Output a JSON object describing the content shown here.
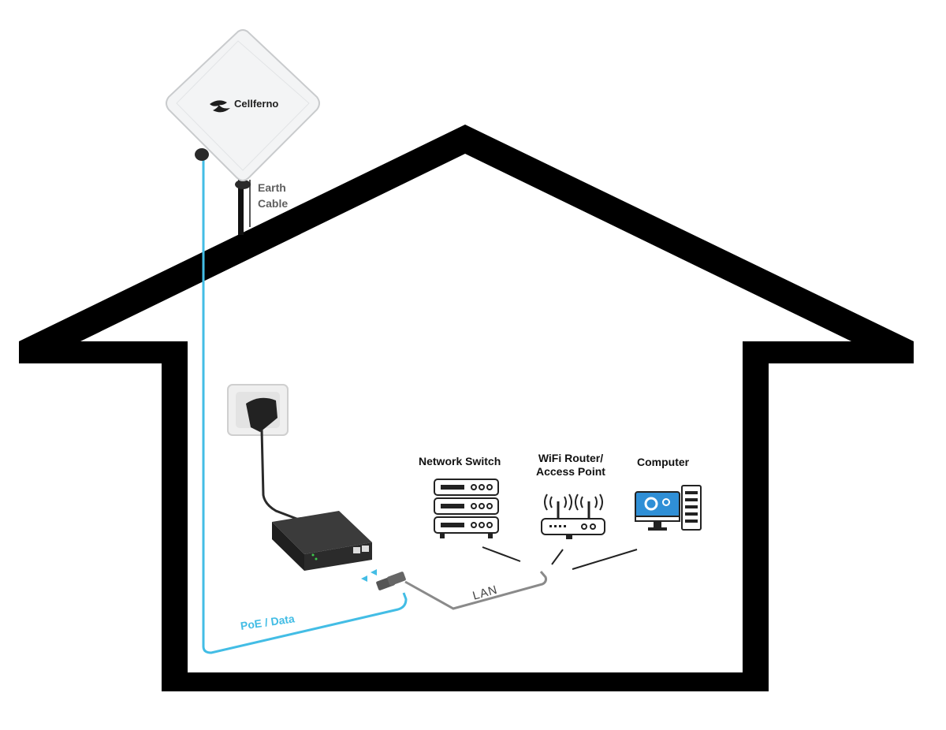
{
  "device": {
    "brand": "Cellferno",
    "earth_cable": [
      "Earth",
      "Cable"
    ]
  },
  "labels": {
    "network_switch": "Network Switch",
    "wifi_router": [
      "WiFi Router/",
      "Access Point"
    ],
    "computer": "Computer",
    "poe_data": "PoE / Data",
    "lan": "LAN"
  },
  "colors": {
    "house_outline": "#000000",
    "poe_cable": "#43bde5",
    "lan_cable": "#8a8a8a",
    "screen": "#2f8fd6"
  },
  "icons": [
    "outdoor-antenna-icon",
    "wall-socket-icon",
    "poe-injector-icon",
    "network-switch-icon",
    "wifi-router-icon",
    "computer-icon"
  ]
}
